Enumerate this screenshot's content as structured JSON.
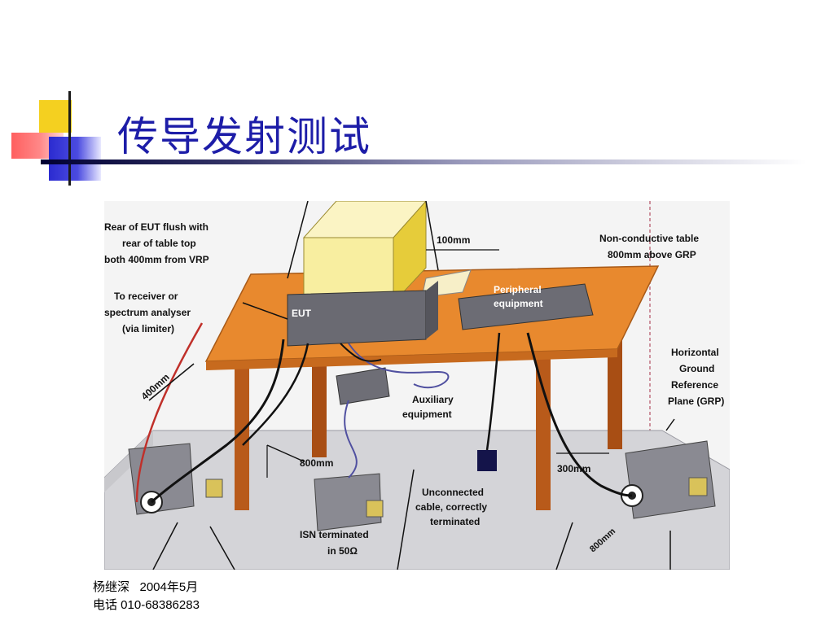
{
  "slide": {
    "title": "传导发射测试",
    "footer": {
      "author_date": "杨继深   2004年5月",
      "phone": "电话 010-68386283"
    }
  },
  "figure": {
    "labels": {
      "rear_flush_1": "Rear of EUT flush with",
      "rear_flush_2": "rear of table top",
      "rear_flush_3": "both 400mm from VRP",
      "receiver_1": "To receiver or",
      "receiver_2": "spectrum analyser",
      "receiver_3": "(via limiter)",
      "dim_400": "400mm",
      "dim_100": "100mm",
      "eut": "EUT",
      "peripheral_1": "Peripheral",
      "peripheral_2": "equipment",
      "nonconductive_1": "Non-conductive table",
      "nonconductive_2": "800mm above GRP",
      "auxiliary_1": "Auxiliary",
      "auxiliary_2": "equipment",
      "grp_1": "Horizontal",
      "grp_2": "Ground",
      "grp_3": "Reference",
      "grp_4": "Plane (GRP)",
      "dim_800": "800mm",
      "dim_300": "300mm",
      "isn_1": "ISN terminated",
      "isn_2": "in 50Ω",
      "unconnected_1": "Unconnected",
      "unconnected_2": "cable, correctly",
      "unconnected_3": "terminated",
      "dim_bottom": "800mm"
    }
  }
}
